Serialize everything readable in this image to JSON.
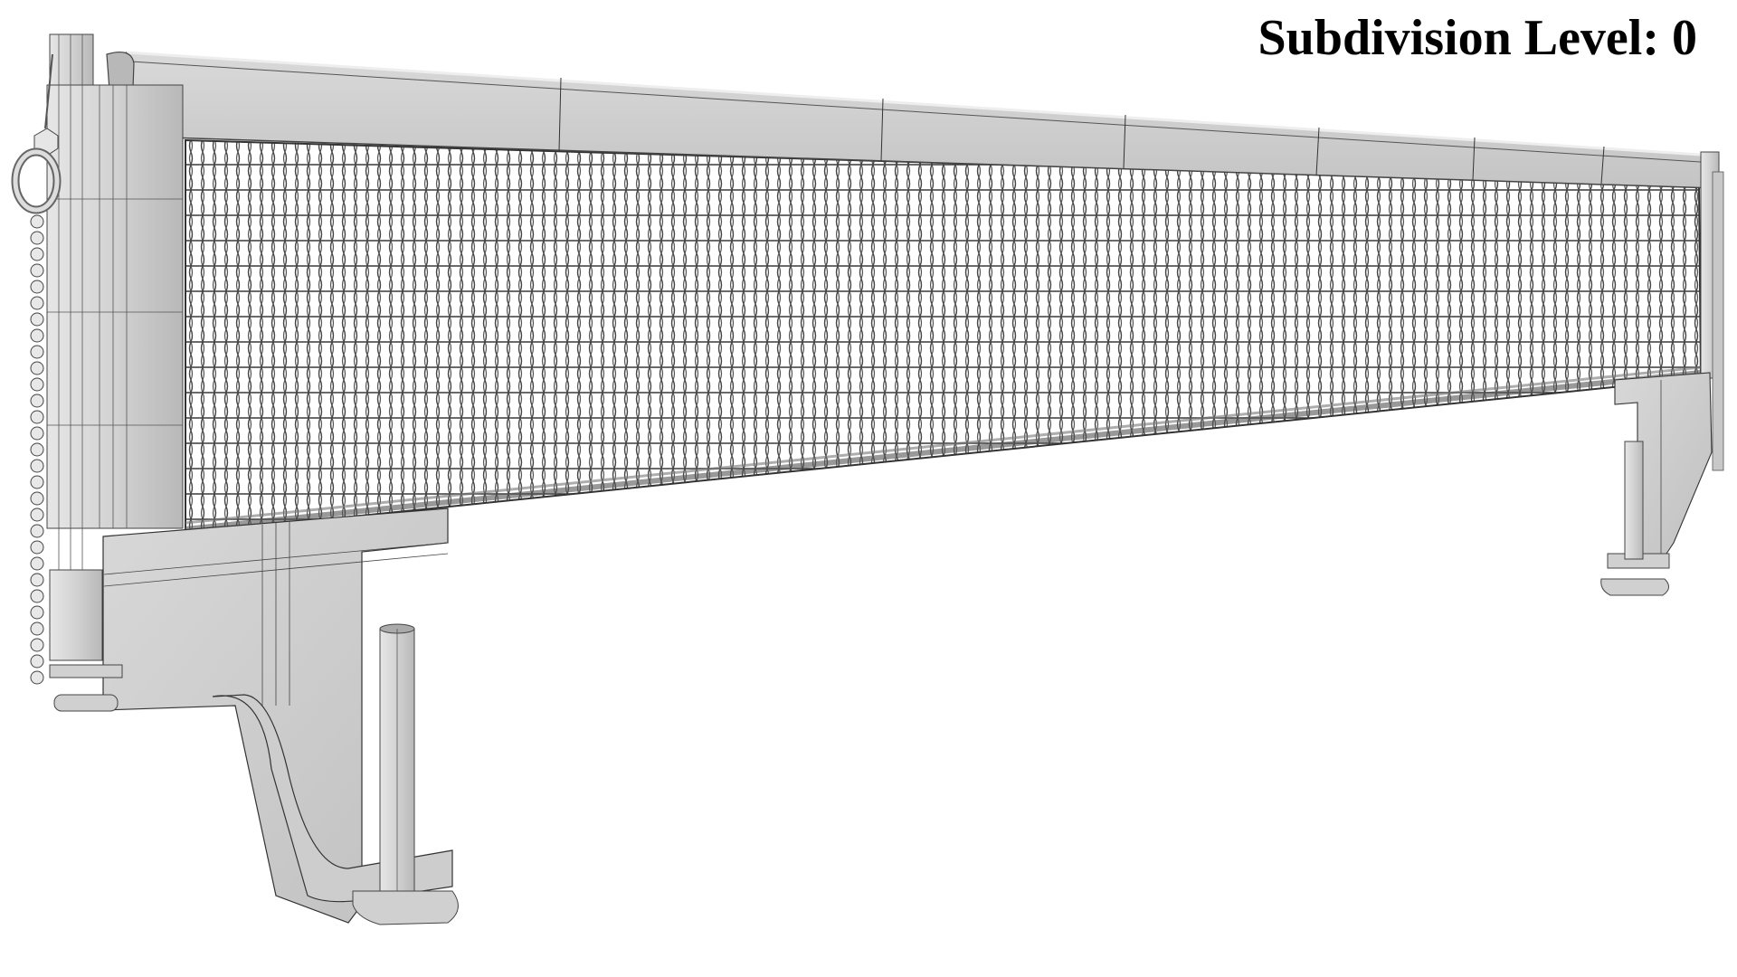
{
  "overlay": {
    "label": "Subdivision Level: 0",
    "color": "#000000"
  },
  "scene": {
    "subject": "table tennis net and post set (wireframe render)",
    "background_color": "#ffffff",
    "surface_color": "#c8c8c8",
    "wire_color": "#3a3a3a",
    "components": [
      "left-post",
      "left-clamp",
      "left-clamp-screw",
      "ball-chain",
      "tension-ring",
      "top-band",
      "net-mesh",
      "right-post",
      "right-clamp",
      "right-clamp-screw"
    ]
  }
}
